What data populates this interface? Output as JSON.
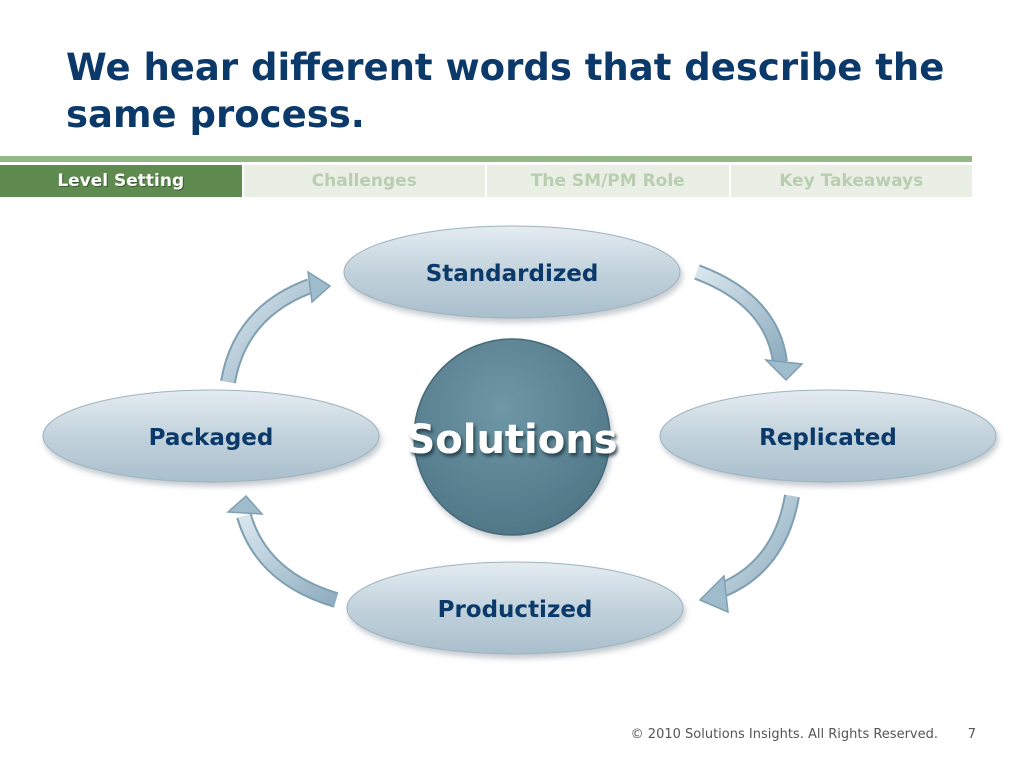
{
  "slide": {
    "title": "We hear different words that describe the same process."
  },
  "tabs": [
    {
      "label": "Level Setting",
      "active": true
    },
    {
      "label": "Challenges",
      "active": false
    },
    {
      "label": "The SM/PM Role",
      "active": false
    },
    {
      "label": "Key Takeaways",
      "active": false
    }
  ],
  "cycle": {
    "center": "Solutions",
    "nodes": {
      "top": "Standardized",
      "right": "Replicated",
      "bottom": "Productized",
      "left": "Packaged"
    }
  },
  "footer": {
    "copyright": "© 2010 Solutions Insights. All Rights Reserved.",
    "page_number": "7"
  },
  "colors": {
    "title": "#0b3a6a",
    "tab_active": "#5f8b50",
    "tab_inactive": "#e9efe5",
    "tab_inactive_text": "#b9cdb0",
    "accent_line": "#93b785",
    "ellipse_fill": "#bcccd6",
    "center_fill": "#5f8797"
  }
}
